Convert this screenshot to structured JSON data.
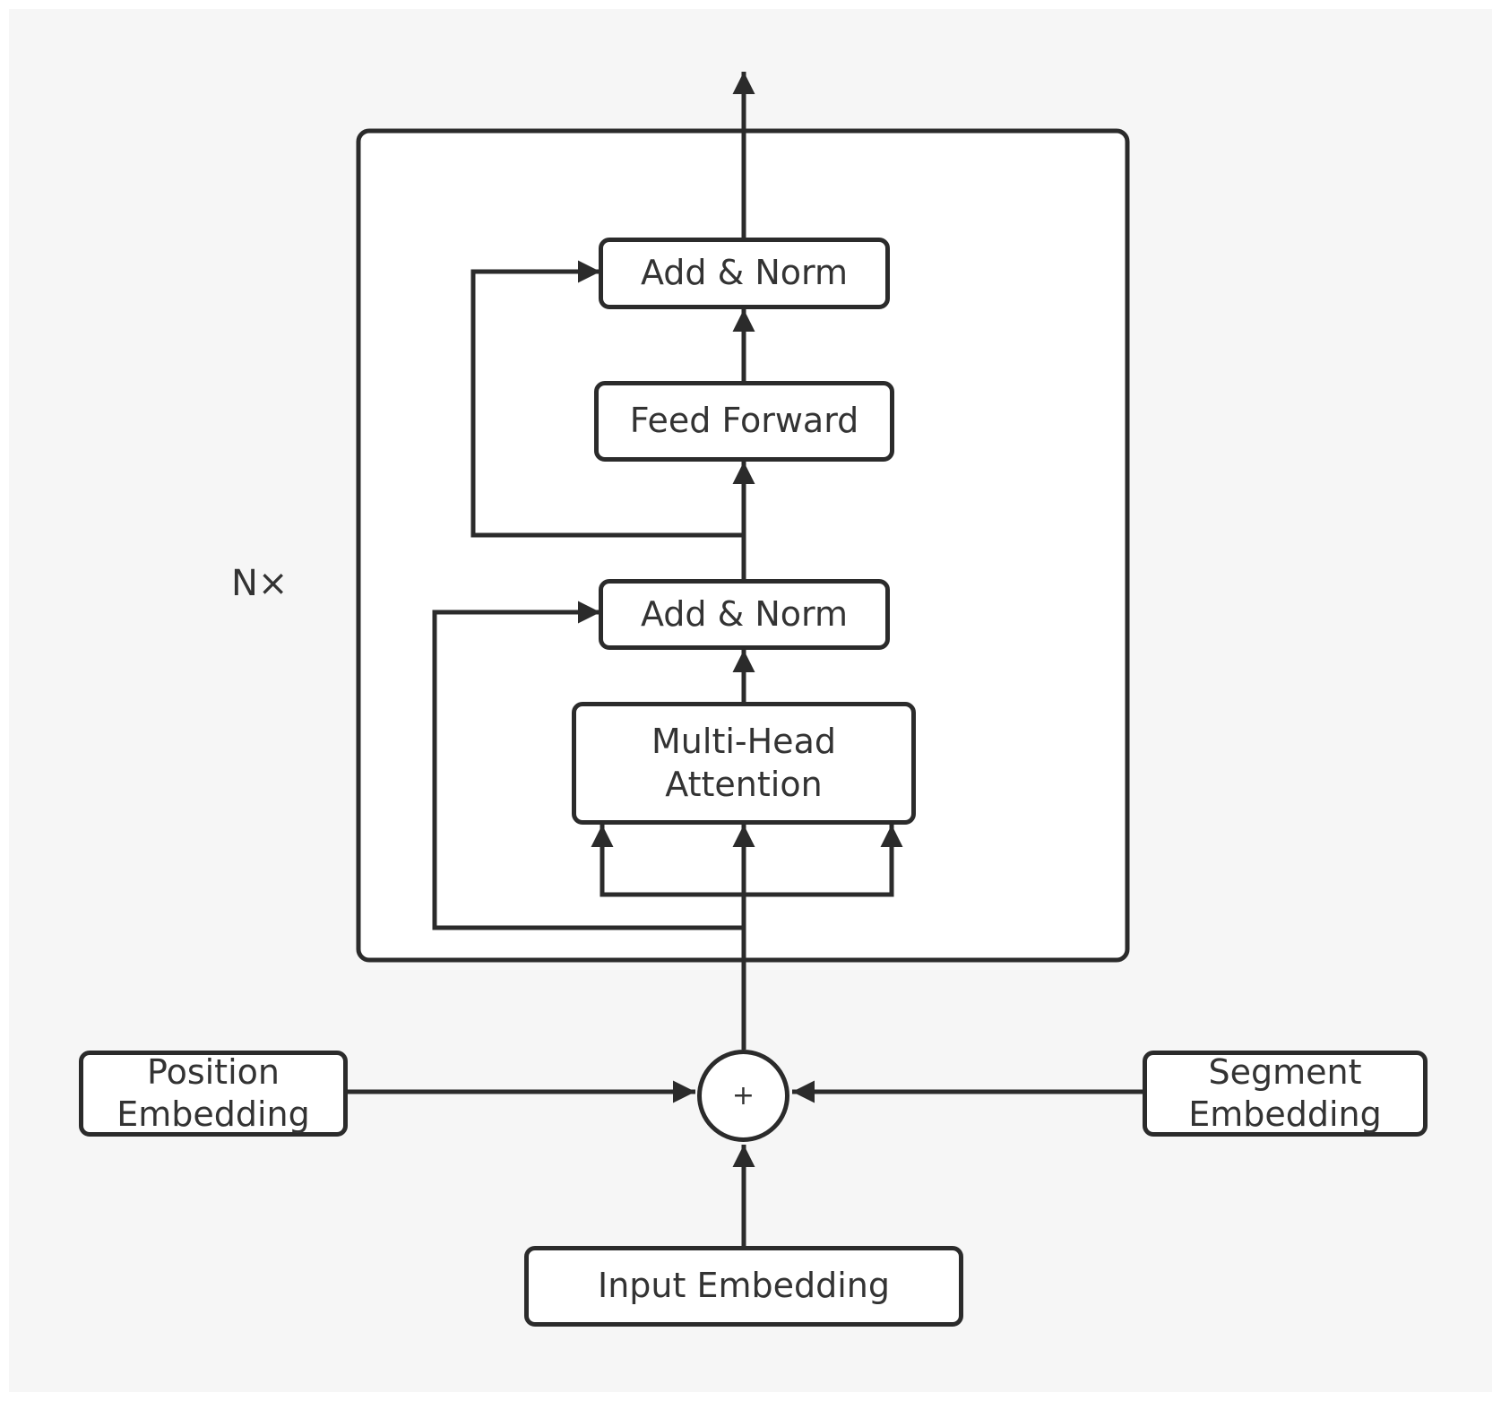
{
  "diagram": {
    "repeat_label": "N×",
    "blocks": {
      "add_norm_top": "Add & Norm",
      "feed_forward": "Feed Forward",
      "add_norm_bottom": "Add & Norm",
      "attention_line1": "Multi-Head",
      "attention_line2": "Attention"
    },
    "sum_symbol": "+",
    "embeddings": {
      "position_line1": "Position",
      "position_line2": "Embedding",
      "segment_line1": "Segment",
      "segment_line2": "Embedding",
      "input": "Input Embedding"
    },
    "colors": {
      "stroke": "#2b2b2b",
      "text": "#333333",
      "background": "#f6f6f6"
    }
  }
}
